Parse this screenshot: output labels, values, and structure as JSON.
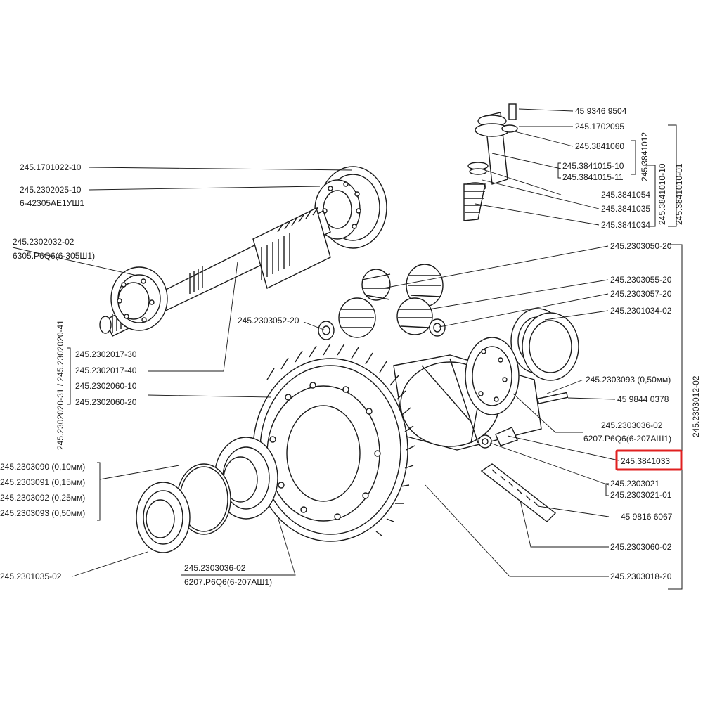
{
  "labels": {
    "l01": "245.1701022-10",
    "l02": "245.2302025-10",
    "l03": "6-42305АЕ1УШ1",
    "l04": "245.2302032-02",
    "l05": "6305.Р6Q6(6-305Ш1)",
    "l06": "245.2302017-30",
    "l07": "245.2302017-40",
    "l08": "245.2302060-10",
    "l09": "245.2302060-20",
    "l10": "245.2303090 (0,10мм)",
    "l11": "245.2303091 (0,15мм)",
    "l12": "245.2303092 (0,25мм)",
    "l13": "245.2303093 (0,50мм)",
    "l14": "245.2301035-02",
    "l15": "245.2303036-02",
    "l16": "6207.Р6Q6(6-207АШ1)",
    "l17": "245.2303052-20",
    "l18": "45 9346 9504",
    "l19": "245.1702095",
    "l20": "245.3841060",
    "l21": "245.3841015-10",
    "l22": "245.3841015-11",
    "l23": "245.3841054",
    "l24": "245.3841035",
    "l25": "245.3841034",
    "l26": "245.2303050-20",
    "l27": "245.2303055-20",
    "l28": "245.2303057-20",
    "l29": "245.2301034-02",
    "l30": "245.2303093 (0,50мм)",
    "l31": "45 9844 0378",
    "l32": "245.2303036-02",
    "l33": "6207.Р6Q6(6-207АШ1)",
    "l34": "245.3841033",
    "l35": "245.2303021",
    "l36": "245.2303021-01",
    "l37": "45 9816 6067",
    "l38": "245.2303060-02",
    "l39": "245.2303018-20"
  },
  "vertical_labels": {
    "v1": "245.2302020-31 / 245.2302020-41",
    "v2": "245.3841012",
    "v3": "245.3841010-10",
    "v4": "245.3841010-01",
    "v5": "245.2303012-02"
  },
  "highlight": {
    "label": "245.3841033",
    "color": "#e02020"
  },
  "colors": {
    "ink": "#1a1a1a",
    "highlight": "#e02020"
  }
}
